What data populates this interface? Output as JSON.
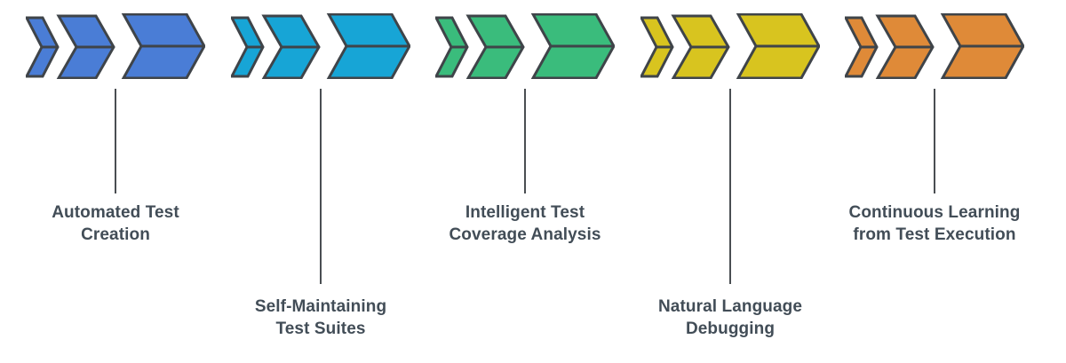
{
  "style": {
    "background": "#ffffff",
    "outline_color": "#3f4449",
    "connector_color": "#4a4e52",
    "text_color": "#424d57"
  },
  "stages": [
    {
      "id": "automated-test-creation",
      "label_line1": "Automated Test",
      "label_line2": "Creation",
      "color": "#4a7dd6",
      "label_position": "upper"
    },
    {
      "id": "self-maintaining-test-suites",
      "label_line1": "Self-Maintaining",
      "label_line2": "Test Suites",
      "color": "#17a5d6",
      "label_position": "lower"
    },
    {
      "id": "intelligent-test-coverage-analysis",
      "label_line1": "Intelligent Test",
      "label_line2": "Coverage Analysis",
      "color": "#3abc7c",
      "label_position": "upper"
    },
    {
      "id": "natural-language-debugging",
      "label_line1": "Natural Language",
      "label_line2": "Debugging",
      "color": "#d8c41f",
      "label_position": "lower"
    },
    {
      "id": "continuous-learning-from-test-execution",
      "label_line1": "Continuous Learning",
      "label_line2": "from Test Execution",
      "color": "#df8a38",
      "label_position": "upper"
    }
  ]
}
